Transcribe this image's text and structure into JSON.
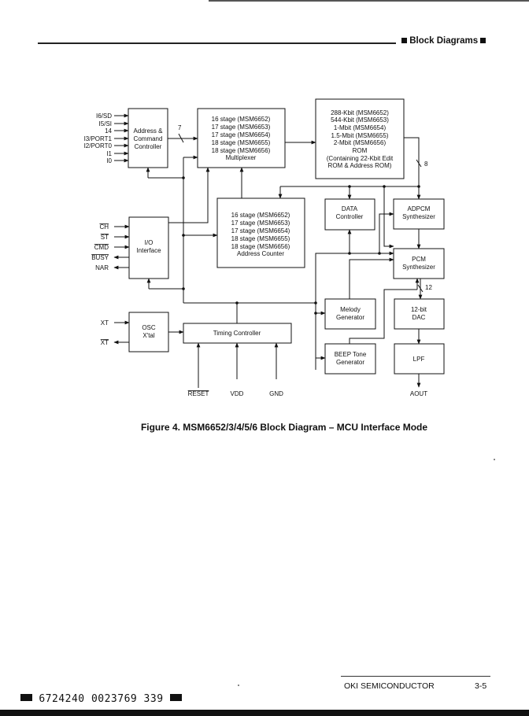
{
  "header": {
    "section_title": "Block Diagrams"
  },
  "diagram": {
    "inputs_left": {
      "addr_ctrl": [
        "I6/SD",
        "I5/SI",
        "14",
        "I3/PORT1",
        "I2/PORT0",
        "I1",
        "I0"
      ],
      "io_in": [
        "CH",
        "ST",
        "CMD"
      ],
      "io_out": [
        "BUSY",
        "NAR"
      ],
      "xt_in": "XT",
      "xt_out": "XT"
    },
    "inputs_bottom": [
      "RESET",
      "VDD",
      "GND"
    ],
    "output_bottom": "AOUT",
    "bus_labels": {
      "addr_bus": "7",
      "rom_bus": "8",
      "dac_bus": "12"
    },
    "blocks": {
      "address_command_controller": [
        "Address &",
        "Command",
        "Controller"
      ],
      "multiplexer": [
        "16 stage (MSM6652)",
        "17 stage (MSM6653)",
        "17 stage (MSM6654)",
        "18 stage (MSM6655)",
        "18 stage (MSM6656)",
        "Multiplexer"
      ],
      "rom": [
        "288-Kbit (MSM6652)",
        "544-Kbit (MSM6653)",
        "1-Mbit (MSM6654)",
        "1.5-Mbit (MSM6655)",
        "2-Mbit (MSM6656)",
        "ROM",
        "(Containing 22-Kbit Edit",
        "ROM & Address ROM)"
      ],
      "io_interface": [
        "I/O",
        "Interface"
      ],
      "address_counter": [
        "16 stage (MSM6652)",
        "17 stage (MSM6653)",
        "17 stage (MSM6654)",
        "18 stage (MSM6655)",
        "18 stage (MSM6656)",
        "Address Counter"
      ],
      "data_controller": [
        "DATA",
        "Controller"
      ],
      "adpcm_synthesizer": [
        "ADPCM",
        "Synthesizer"
      ],
      "pcm_synthesizer": [
        "PCM",
        "Synthesizer"
      ],
      "osc_xtal": [
        "OSC",
        "X'tal"
      ],
      "timing_controller": [
        "Timing Controller"
      ],
      "melody_generator": [
        "Melody",
        "Generator"
      ],
      "beep_tone_generator": [
        "BEEP Tone",
        "Generator"
      ],
      "dac": [
        "12-bit",
        "DAC"
      ],
      "lpf": [
        "LPF"
      ]
    },
    "overbar_signals": [
      "CH",
      "ST",
      "CMD",
      "BUSY",
      "XT_out",
      "RESET"
    ]
  },
  "caption": "Figure 4.  MSM6652/3/4/5/6 Block Diagram – MCU Interface Mode",
  "footer": {
    "company": "OKI SEMICONDUCTOR",
    "page": "3-5",
    "barcode_text": "6724240 0023769 339"
  }
}
